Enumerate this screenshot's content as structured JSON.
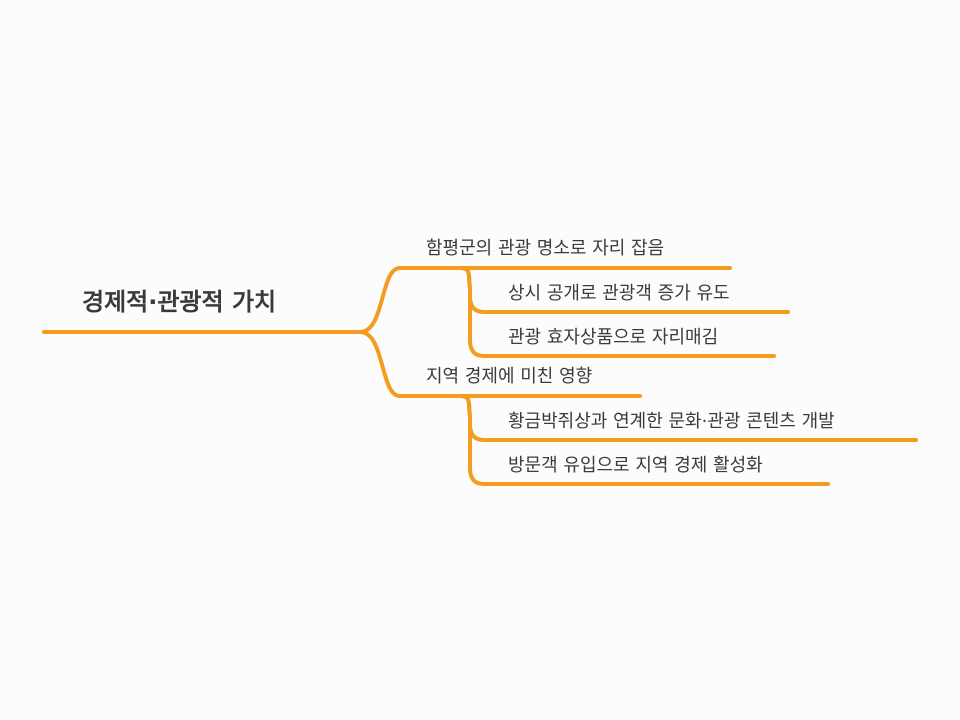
{
  "mindmap": {
    "root": "경제적·관광적 가치",
    "branches": [
      {
        "label": "함평군의 관광 명소로 자리 잡음",
        "children": [
          "상시 공개로 관광객 증가 유도",
          "관광 효자상품으로 자리매김"
        ]
      },
      {
        "label": "지역 경제에 미친 영향",
        "children": [
          "황금박쥐상과 연계한 문화·관광 콘텐츠 개발",
          "방문객 유입으로 지역 경제 활성화"
        ]
      }
    ]
  },
  "colors": {
    "line": "#f39c1f",
    "text": "#3b3b3b",
    "background": "#fcfcfc"
  }
}
